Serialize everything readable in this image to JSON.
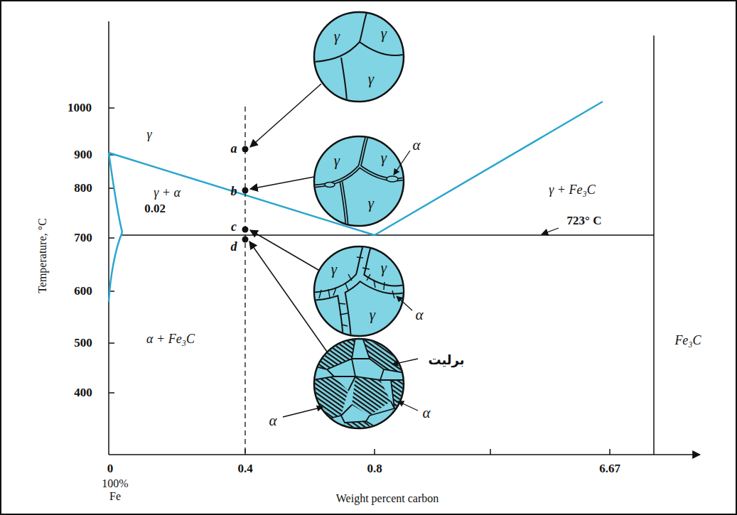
{
  "diagram": {
    "nodes": [
      {
        "text": [
          "γ",
          "γ",
          "γ"
        ]
      },
      {
        "text": [
          "γ",
          "γ",
          "γ",
          "α"
        ]
      },
      {
        "text": [
          "γ",
          "γ",
          "γ",
          "α"
        ]
      },
      {
        "text": [
          "α",
          "α"
        ]
      }
    ],
    "labels": [
      "1000",
      "900",
      "800",
      "700",
      "600",
      "500",
      "400",
      "Temperature, °C",
      "0",
      "100% Fe",
      "0.4",
      "0.8",
      "6.67",
      "Weight percent carbon",
      "γ",
      "γ + α",
      "γ + Fe₃C",
      "0.02",
      "723° C",
      "α + Fe₃C",
      "Fe₃C",
      "a",
      "b",
      "c",
      "d",
      "برليت"
    ]
  }
}
